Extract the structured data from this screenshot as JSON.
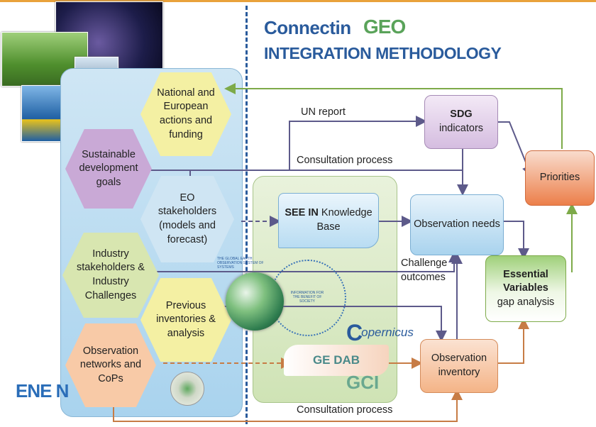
{
  "title": {
    "line1": "Connectin",
    "logo": "GEO",
    "line2": "INTEGRATION METHODOLOGY"
  },
  "hexagons": {
    "national": "National and European actions and funding",
    "sdg_goals": "Sustainable development goals",
    "eo_stakeholders": "EO stakeholders (models and forecast)",
    "industry": "Industry stakeholders & Industry Challenges",
    "previous": "Previous inventories & analysis",
    "observation_networks": "Observation networks and CoPs"
  },
  "boxes": {
    "sdg_indicators": {
      "bold": "SDG",
      "rest": "indicators"
    },
    "priorities": "Priorities",
    "observation_needs": "Observation needs",
    "seein": {
      "bold": "SEE IN",
      "rest": " Knowledge Base"
    },
    "essential_variables": {
      "bold": "Essential Variables",
      "rest": "gap analysis"
    },
    "observation_inventory": "Observation inventory"
  },
  "labels": {
    "un_report": "UN report",
    "consultation_top": "Consultation process",
    "challenge_outcomes": "Challenge outcomes",
    "consultation_bottom": "Consultation process"
  },
  "logos": {
    "eneon": "ENE N",
    "copernicus": "opernicus",
    "copernicus_c": "C",
    "geodab": "GE DAB",
    "gci": "GCI",
    "geoss_caption": "THE GLOBAL EARTH OBSERVATION SYSTEM OF SYSTEMS",
    "geoss_center": "INFORMATION FOR THE BENEFIT OF SOCIETY"
  },
  "colors": {
    "title_blue": "#2a5b9c",
    "divider": "#2a5b9c",
    "hex_purple": "#c9a9d6",
    "hex_yellow": "#f4f0a3",
    "hex_blue": "#cfe5f3",
    "hex_green": "#d8e6b0",
    "hex_orange": "#f8caa7",
    "arrow_purple": "#5d5a8a",
    "arrow_green": "#7daa49",
    "arrow_orange": "#c77c45"
  }
}
